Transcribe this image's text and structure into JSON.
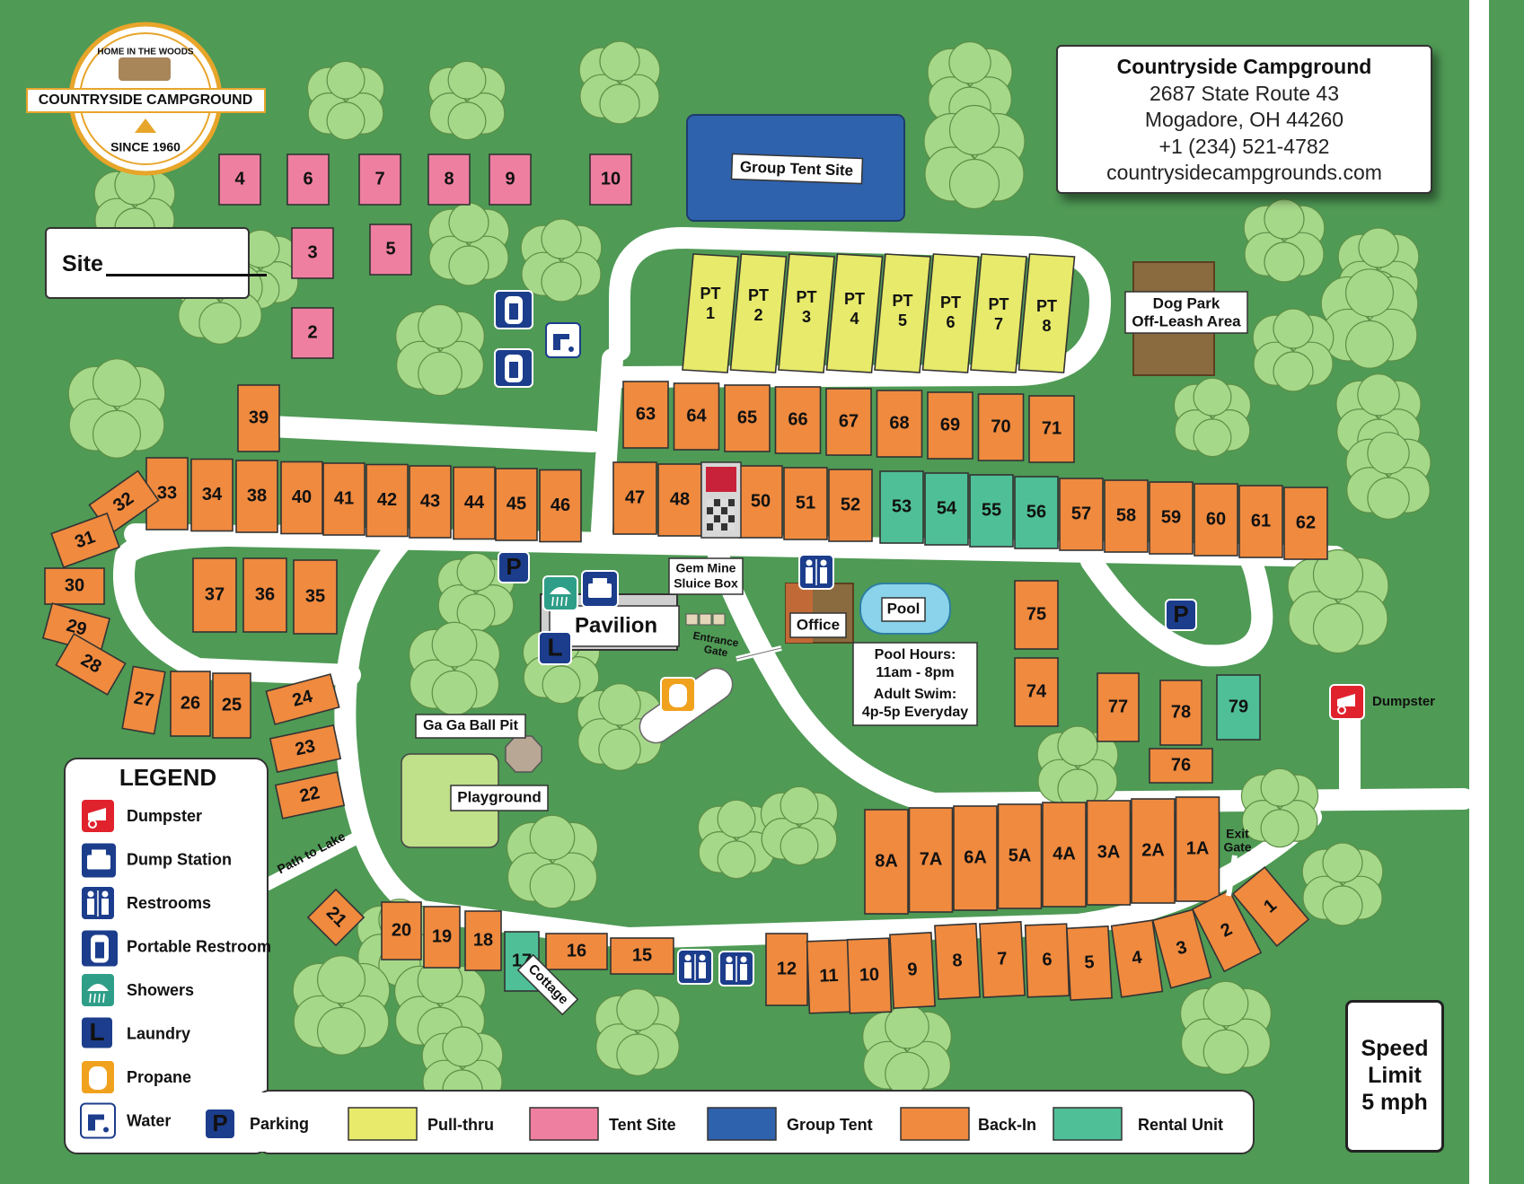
{
  "logo": {
    "top_text": "HOME IN THE WOODS",
    "name": "COUNTRYSIDE CAMPGROUND",
    "bottom_text": "SINCE 1960"
  },
  "contact": {
    "title": "Countryside Campground",
    "address1": "2687 State Route 43",
    "address2": "Mogadore, OH 44260",
    "phone": "+1 (234) 521-4782",
    "website": "countrysidecampgrounds.com"
  },
  "site_field": {
    "label": "Site"
  },
  "speed_limit": {
    "line1": "Speed",
    "line2": "Limit",
    "line3": "5 mph"
  },
  "colors": {
    "grass": "#4f9a55",
    "road": "#ffffff",
    "tree": "#a5d889",
    "pull_thru": "#e7ea6a",
    "tent_site": "#ee7fa1",
    "group_tent": "#2f62ad",
    "back_in": "#ef8a3f",
    "rental_unit": "#4fbf97",
    "dog_park": "#8a6a3f",
    "icon_blue": "#1c3d8c",
    "dumpster_red": "#e0222d",
    "propane_orange": "#f0a21e",
    "shower_teal": "#2e9e88"
  },
  "labels": {
    "group_tent_site": "Group Tent Site",
    "dog_park_1": "Dog Park",
    "dog_park_2": "Off-Leash Area",
    "pavilion": "Pavilion",
    "gem_mine_1": "Gem Mine",
    "gem_mine_2": "Sluice Box",
    "entrance_1": "Entrance",
    "entrance_2": "Gate",
    "office": "Office",
    "pool": "Pool",
    "pool_hours_1": "Pool Hours:",
    "pool_hours_2": "11am - 8pm",
    "adult_swim_1": "Adult Swim:",
    "adult_swim_2": "4p-5p Everyday",
    "ga_ga": "Ga Ga Ball Pit",
    "playground": "Playground",
    "path_to_lake": "Path to Lake",
    "cottage": "Cottage",
    "exit_1": "Exit",
    "exit_2": "Gate",
    "dumpster": "Dumpster"
  },
  "legend": {
    "title": "LEGEND",
    "items": [
      {
        "label": "Dumpster",
        "icon": "dumpster-icon"
      },
      {
        "label": "Dump Station",
        "icon": "dump-station-icon"
      },
      {
        "label": "Restrooms",
        "icon": "restrooms-icon"
      },
      {
        "label": "Portable Restroom",
        "icon": "portable-restroom-icon"
      },
      {
        "label": "Showers",
        "icon": "showers-icon"
      },
      {
        "label": "Laundry",
        "icon": "laundry-icon"
      },
      {
        "label": "Propane",
        "icon": "propane-icon"
      },
      {
        "label": "Water",
        "icon": "water-icon"
      }
    ],
    "key": [
      {
        "label": "Parking",
        "icon": "parking-icon"
      },
      {
        "label": "Pull-thru",
        "swatch": "pull_thru"
      },
      {
        "label": "Tent Site",
        "swatch": "tent_site"
      },
      {
        "label": "Group Tent",
        "swatch": "group_tent"
      },
      {
        "label": "Back-In",
        "swatch": "back_in"
      },
      {
        "label": "Rental Unit",
        "swatch": "rental_unit"
      }
    ]
  },
  "sites": {
    "tent": [
      "4",
      "6",
      "7",
      "8",
      "9",
      "10",
      "3",
      "5",
      "2"
    ],
    "pull_thru": [
      "PT 1",
      "PT 2",
      "PT 3",
      "PT 4",
      "PT 5",
      "PT 6",
      "PT 7",
      "PT 8"
    ],
    "row_63_71": [
      "63",
      "64",
      "65",
      "66",
      "67",
      "68",
      "69",
      "70",
      "71"
    ],
    "row_47_62": [
      "47",
      "48",
      "50",
      "51",
      "52",
      "53",
      "54",
      "55",
      "56",
      "57",
      "58",
      "59",
      "60",
      "61",
      "62"
    ],
    "row_33_46": [
      "39",
      "33",
      "34",
      "38",
      "40",
      "41",
      "42",
      "43",
      "44",
      "45",
      "46"
    ],
    "west_arc": [
      "32",
      "31",
      "30",
      "29",
      "28"
    ],
    "inner_loop": [
      "37",
      "36",
      "35"
    ],
    "row_27_22": [
      "27",
      "26",
      "25",
      "24",
      "23",
      "22"
    ],
    "east_middle": [
      "75",
      "74",
      "77",
      "78",
      "79",
      "76"
    ],
    "row_a": [
      "8A",
      "7A",
      "6A",
      "5A",
      "4A",
      "3A",
      "2A",
      "1A"
    ],
    "south_row": [
      "21",
      "20",
      "19",
      "18",
      "17",
      "16",
      "15",
      "12",
      "11",
      "10",
      "9",
      "8",
      "7",
      "6",
      "5",
      "4",
      "3",
      "2",
      "1"
    ]
  }
}
